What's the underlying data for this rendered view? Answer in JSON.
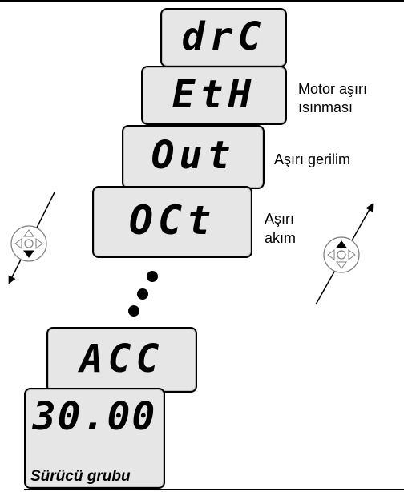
{
  "displays": {
    "drc": "drC",
    "eth": "EtH",
    "out": "Out",
    "oct": "OCt",
    "acc": "ACC",
    "value": "30.00"
  },
  "labels": {
    "eth_line1": "Motor aşırı",
    "eth_line2": "ısınması",
    "out": "Aşırı gerilim",
    "oct_line1": "Aşırı",
    "oct_line2": "akım",
    "group": "Sürücü grubu"
  },
  "icons": {
    "left_keypad": "down-arrow-keypad-icon",
    "right_keypad": "up-arrow-keypad-icon"
  },
  "colors": {
    "lcd_background": "#e6e6e6",
    "outline": "#000000"
  }
}
